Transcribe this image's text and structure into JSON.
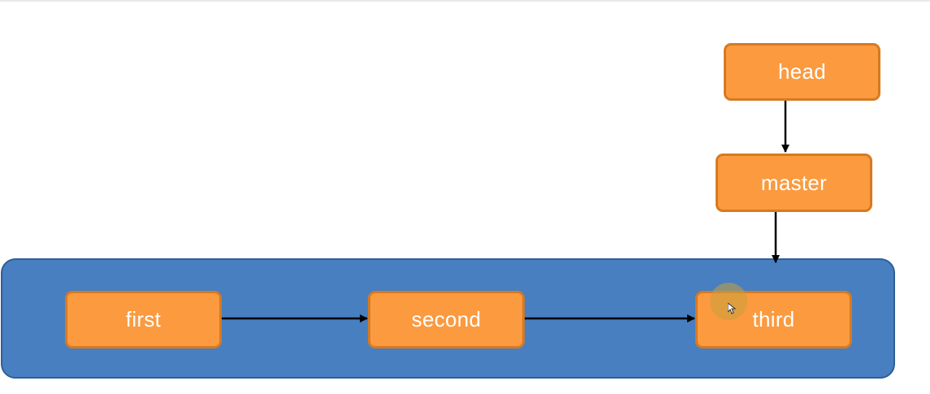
{
  "diagram": {
    "pointer_nodes": {
      "head": "head",
      "master": "master"
    },
    "commit_nodes": [
      "first",
      "second",
      "third"
    ]
  },
  "colors": {
    "background": "#ffffff",
    "panel_fill": "#477fc1",
    "panel_border": "#2f5f96",
    "node_fill": "#fb9a3f",
    "node_border": "#d67a22",
    "node_text": "#ffffff",
    "arrow": "#000000"
  }
}
